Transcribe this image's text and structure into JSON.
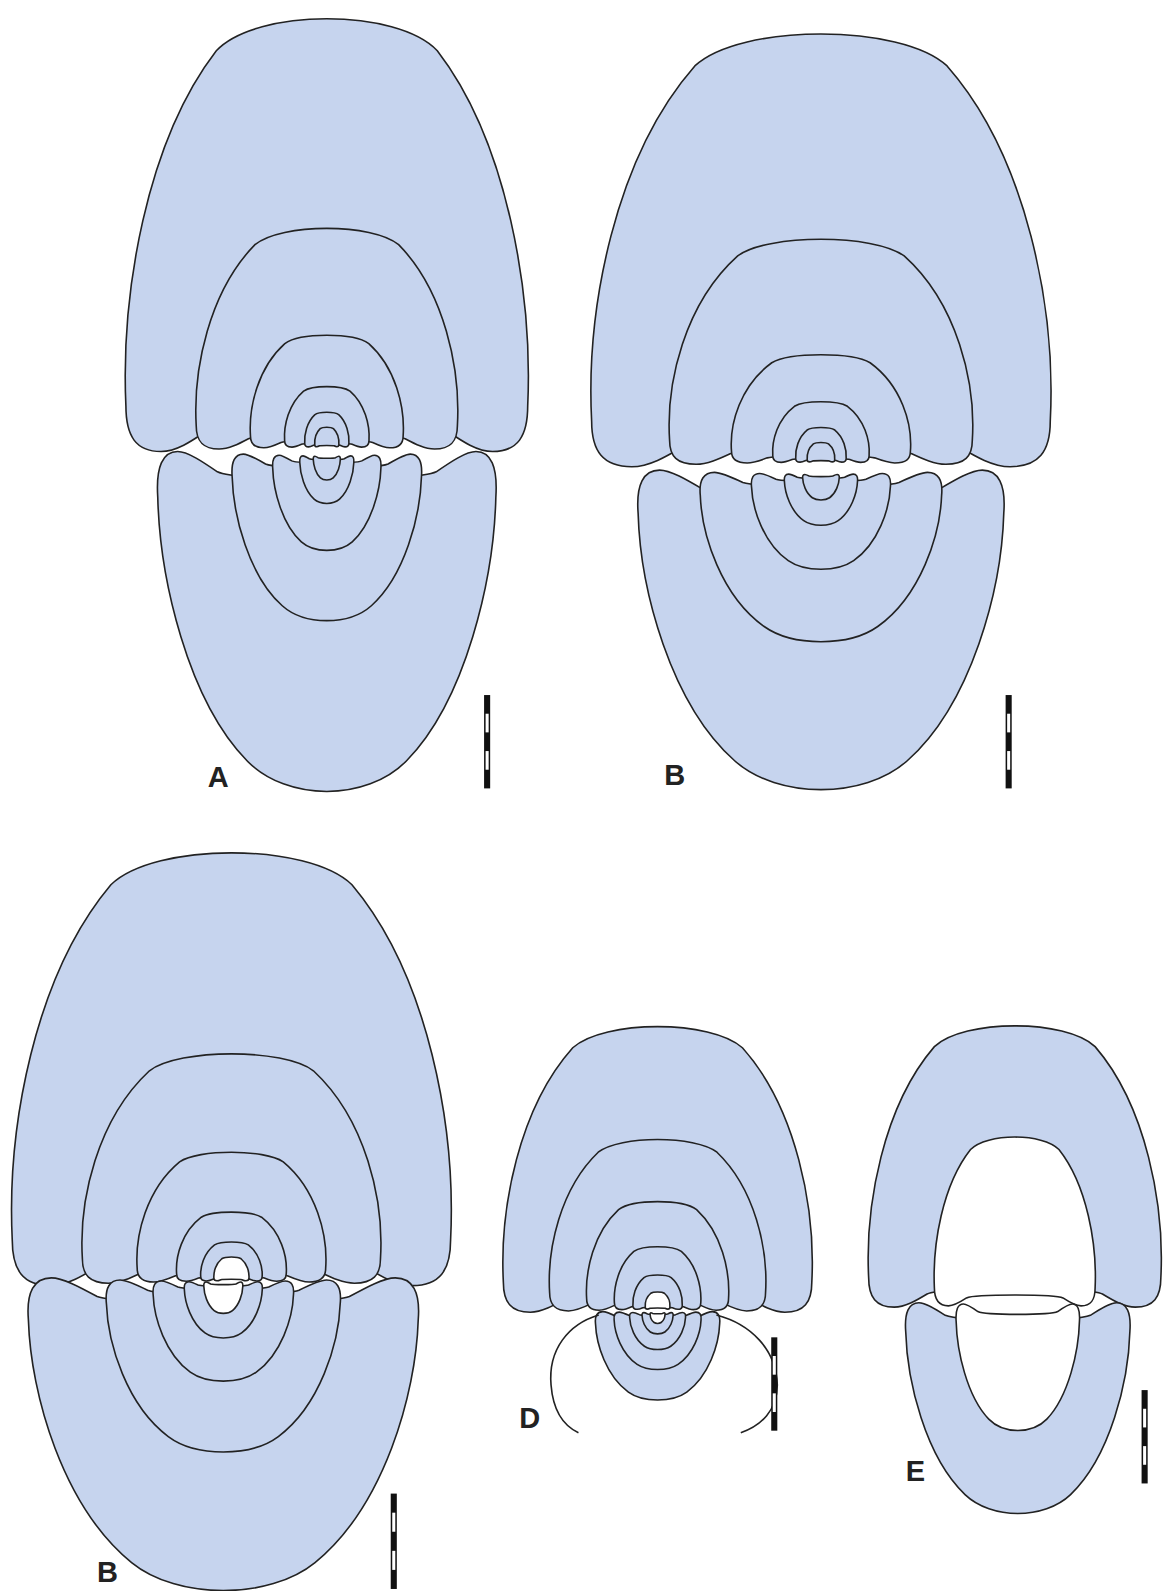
{
  "diagram": {
    "labels": [
      "A",
      "B",
      "B",
      "D",
      "E"
    ]
  }
}
